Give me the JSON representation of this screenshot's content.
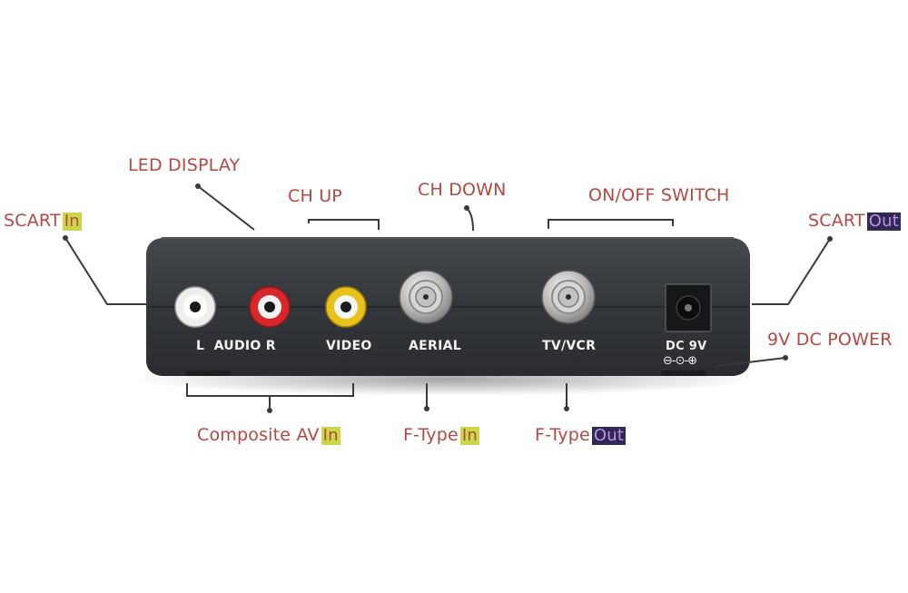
{
  "callouts": {
    "scart_in": {
      "label": "SCART",
      "tag": "In"
    },
    "led_display": "LED DISPLAY",
    "ch_up": "CH UP",
    "ch_down": "CH DOWN",
    "on_off_switch": "ON/OFF SWITCH",
    "scart_out": {
      "label": "SCART",
      "tag": "Out"
    },
    "dc_power": "9V DC POWER",
    "composite_av_in": {
      "label": "Composite AV",
      "tag": "In"
    },
    "f_type_in": {
      "label": "F-Type",
      "tag": "In"
    },
    "f_type_out": {
      "label": "F-Type",
      "tag": "Out"
    }
  },
  "panel_labels": {
    "audio": "L  AUDIO R",
    "video": "VIDEO",
    "aerial": "AERIAL",
    "tv_vcr": "TV/VCR",
    "dc": "DC 9V",
    "polarity": "⊖-⊙-⊕"
  },
  "colors": {
    "callout_text": "#b8473f",
    "tag_in": "#c9d84a",
    "tag_out": "#2e2a55",
    "device_body": "#34373c",
    "rca_white": "#eeeeee",
    "rca_red": "#d8262b",
    "rca_yellow": "#e8c21a"
  }
}
